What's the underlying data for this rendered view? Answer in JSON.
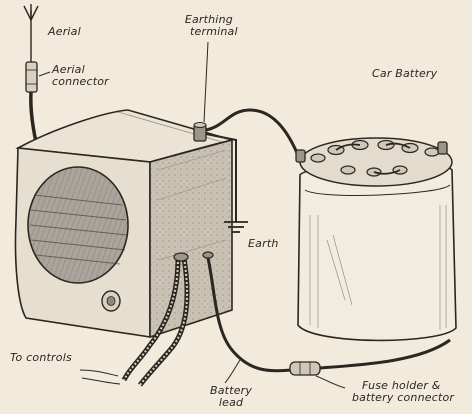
{
  "labels": {
    "aerial": "Aerial",
    "aerial_connector_line1": "Aerial",
    "aerial_connector_line2": "connector",
    "earthing_terminal_line1": "Earthing",
    "earthing_terminal_line2": "terminal",
    "car_battery": "Car Battery",
    "earth": "Earth",
    "to_controls": "To controls",
    "battery_lead_line1": "Battery",
    "battery_lead_line2": "lead",
    "fuse_holder_line1": "Fuse holder &",
    "fuse_holder_line2": "battery connector"
  },
  "colors": {
    "paper": "#f2eadb",
    "ink": "#2a2620",
    "metal_light": "#e8e1d2",
    "metal_shade": "#b9b1a3",
    "grille": "#8d8a82"
  },
  "icons": [
    "aerial-icon",
    "earth-ground-icon",
    "control-knob-icon"
  ]
}
